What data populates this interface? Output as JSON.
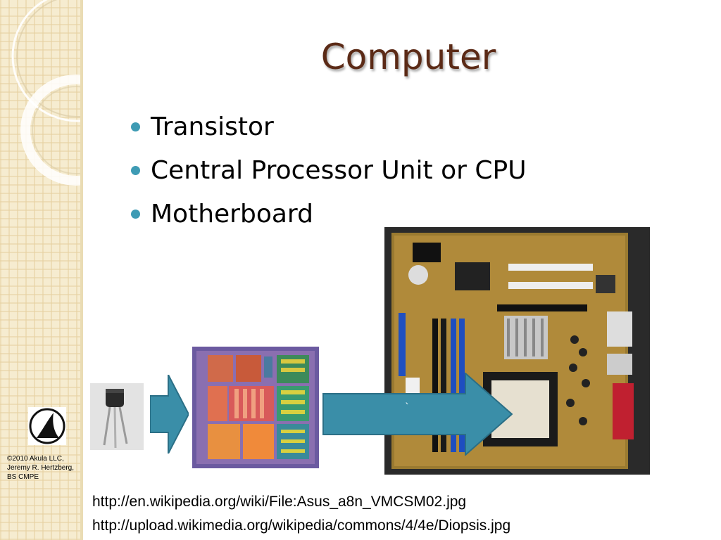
{
  "slide": {
    "title": "Computer",
    "bullets": [
      "Transistor",
      "Central Processor Unit or CPU",
      "Motherboard"
    ],
    "copyright_lines": [
      "©2010 Akula LLC,",
      "Jeremy R. Hertzberg,",
      "BS CMPE"
    ],
    "arrow_mark": "`",
    "links": [
      "http://en.wikipedia.org/wiki/File:Asus_a8n_VMCSM02.jpg",
      "http://upload.wikimedia.org/wikipedia/commons/4/4e/Diopsis.jpg"
    ]
  },
  "colors": {
    "title": "#5b2a16",
    "bullet": "#3e9bb4",
    "arrow_fill": "#3a8ea8",
    "sidebar": "#f6ecd0"
  },
  "icons": {
    "logo": "akula-logo",
    "transistor": "transistor-photo",
    "cpu_die": "cpu-die-photo",
    "motherboard": "motherboard-photo"
  }
}
